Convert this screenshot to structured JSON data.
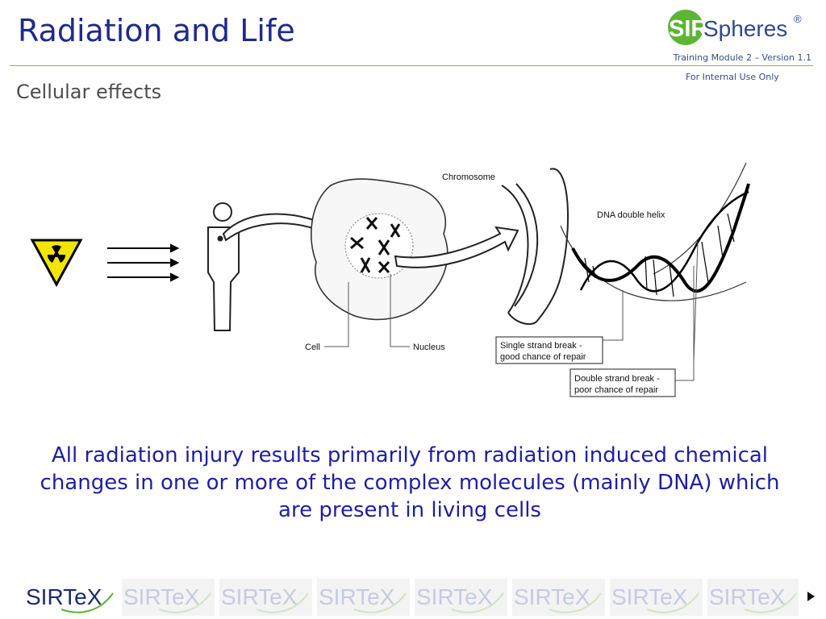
{
  "slide": {
    "title": "Radiation and Life",
    "subtitle": "Cellular effects",
    "module": "Training Module 2 – Version 1.1",
    "confidentiality": "For Internal Use Only"
  },
  "logo": {
    "part1": "SIR",
    "part2": "Spheres",
    "mark": "®"
  },
  "diagram": {
    "chromosome": "Chromosome",
    "dna_helix": "DNA double helix",
    "cell": "Cell",
    "nucleus": "Nucleus",
    "single_break_1": "Single strand break -",
    "single_break_2": "good chance of repair",
    "double_break_1": "Double strand break -",
    "double_break_2": "poor chance of repair"
  },
  "body": "All radiation injury results primarily from radiation induced chemical changes in one or more of the complex molecules (mainly DNA) which are present in living cells",
  "footer": {
    "brand": "SIRTeX",
    "repeat_count": 8
  },
  "colors": {
    "title": "#1f2a8c",
    "body": "#1f1fa0",
    "rule": "#b8a233",
    "logo_green": "#5cb533",
    "logo_blue": "#2d4a8c"
  },
  "icons": {
    "hazard": "radiation-hazard-icon",
    "next": "next-slide-arrow-icon"
  }
}
